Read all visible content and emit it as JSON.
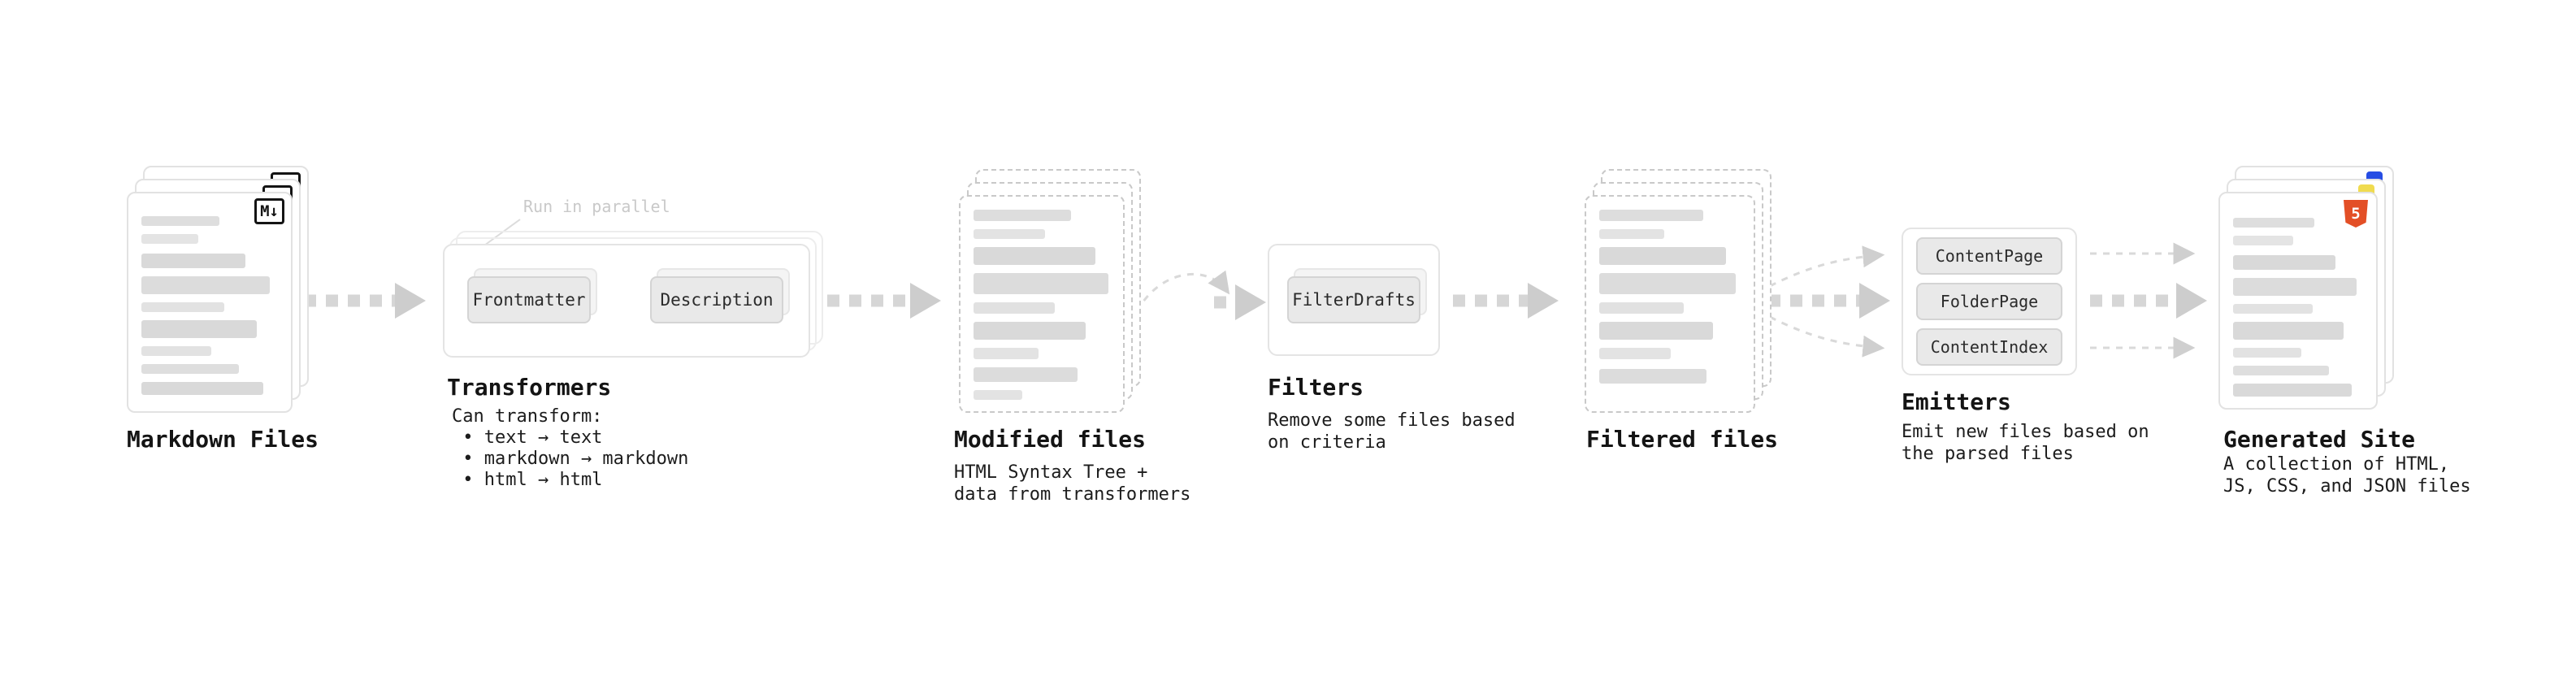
{
  "stages": {
    "markdown_files": {
      "title": "Markdown Files",
      "badge": "M↓"
    },
    "transformers": {
      "note": "Run in parallel",
      "buttons": [
        "Frontmatter",
        "Description"
      ],
      "title": "Transformers",
      "description": "Can transform:\n • text → text\n • markdown → markdown\n • html → html"
    },
    "modified_files": {
      "title": "Modified files",
      "description": "HTML Syntax Tree +\ndata from transformers"
    },
    "filters": {
      "buttons": [
        "FilterDrafts"
      ],
      "title": "Filters",
      "description": "Remove some files based\non criteria"
    },
    "filtered_files": {
      "title": "Filtered files"
    },
    "emitters": {
      "buttons": [
        "ContentPage",
        "FolderPage",
        "ContentIndex"
      ],
      "title": "Emitters",
      "description": "Emit new files based on\nthe parsed files"
    },
    "generated_site": {
      "title": "Generated Site",
      "html5_badge": "5",
      "description": "A collection of HTML,\nJS, CSS, and JSON files"
    }
  },
  "colors": {
    "html5_orange": "#e34f26",
    "js_yellow": "#f0db4f",
    "css_blue": "#264de4",
    "arrow_gray": "#d6d6d6",
    "text_dark": "#141414",
    "note_gray": "#c9c9c9"
  }
}
